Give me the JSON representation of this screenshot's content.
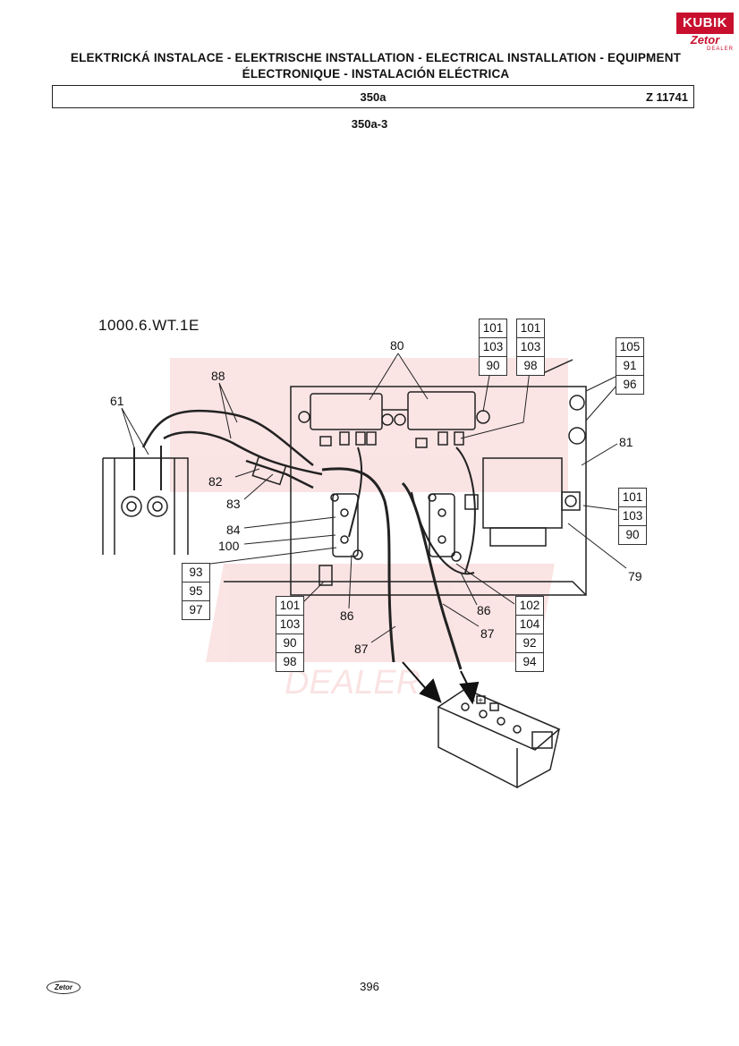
{
  "header": {
    "title_line1": "ELEKTRICKÁ INSTALACE - ELEKTRISCHE INSTALLATION - ELECTRICAL INSTALLATION - EQUIPMENT",
    "title_line2": "ÉLECTRONIQUE - INSTALACIÓN ELÉCTRICA",
    "section_code": "350a",
    "reference": "Z 11741",
    "subsection": "350a-3"
  },
  "brand": {
    "kubik": "KUBIK",
    "zetor": "Zetor",
    "dealer": "DEALER"
  },
  "watermark": {
    "text": "DEALER"
  },
  "figure": {
    "id": "1000.6.WT.1E",
    "labels": {
      "l61": "61",
      "l88": "88",
      "l80": "80",
      "l81": "81",
      "l82": "82",
      "l83": "83",
      "l84": "84",
      "l100": "100",
      "l86a": "86",
      "l86b": "86",
      "l87a": "87",
      "l87b": "87",
      "l79": "79"
    },
    "stacks": {
      "s1": [
        "101",
        "103",
        "90"
      ],
      "s2": [
        "101",
        "103",
        "98"
      ],
      "s3": [
        "105",
        "91",
        "96"
      ],
      "s4": [
        "101",
        "103",
        "90"
      ],
      "s5": [
        "93",
        "95",
        "97"
      ],
      "s6": [
        "101",
        "103",
        "90",
        "98"
      ],
      "s7": [
        "102",
        "104",
        "92",
        "94"
      ]
    },
    "battery_terminals": "- +"
  },
  "footer": {
    "page_number": "396",
    "logo": "Zetor"
  }
}
